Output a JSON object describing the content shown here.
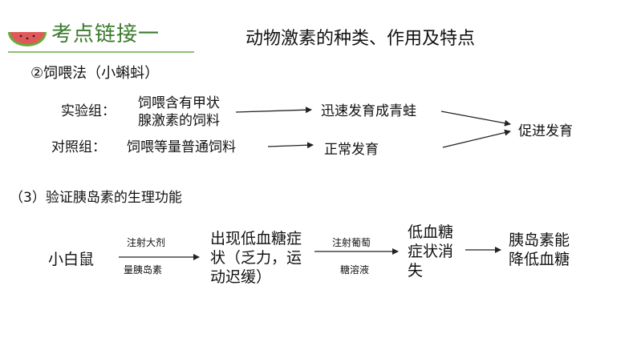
{
  "header": {
    "title": "考点链接一",
    "subtitle": "动物激素的种类、作用及特点"
  },
  "section1": {
    "method": "②饲喂法（小蝌蚪）",
    "experimental_label": "实验组：",
    "experimental_action_line1": "饲喂含有甲状",
    "experimental_action_line2": "腺激素的饲料",
    "experimental_result": "迅速发育成青蛙",
    "control_label": "对照组：",
    "control_action": "饲喂等量普通饲料",
    "control_result": "正常发育",
    "conclusion": "促进发育"
  },
  "section2": {
    "heading": "（3）验证胰岛素的生理功能",
    "subject": "小白鼠",
    "step1_above": "注射大剂",
    "step1_below": "量胰岛素",
    "symptom_line1": "出现低血糖症",
    "symptom_line2": "状（乏力，运",
    "symptom_line3": "动迟缓）",
    "step2_above": "注射葡萄",
    "step2_below": "糖溶液",
    "recovery_line1": "低血糖",
    "recovery_line2": "症状消",
    "recovery_line3": "失",
    "conclusion_line1": "胰岛素能",
    "conclusion_line2": "降低血糖"
  },
  "colors": {
    "title_green": "#3a7a2c",
    "rule_green": "#8cc07a",
    "watermelon_red": "#e0585a"
  }
}
